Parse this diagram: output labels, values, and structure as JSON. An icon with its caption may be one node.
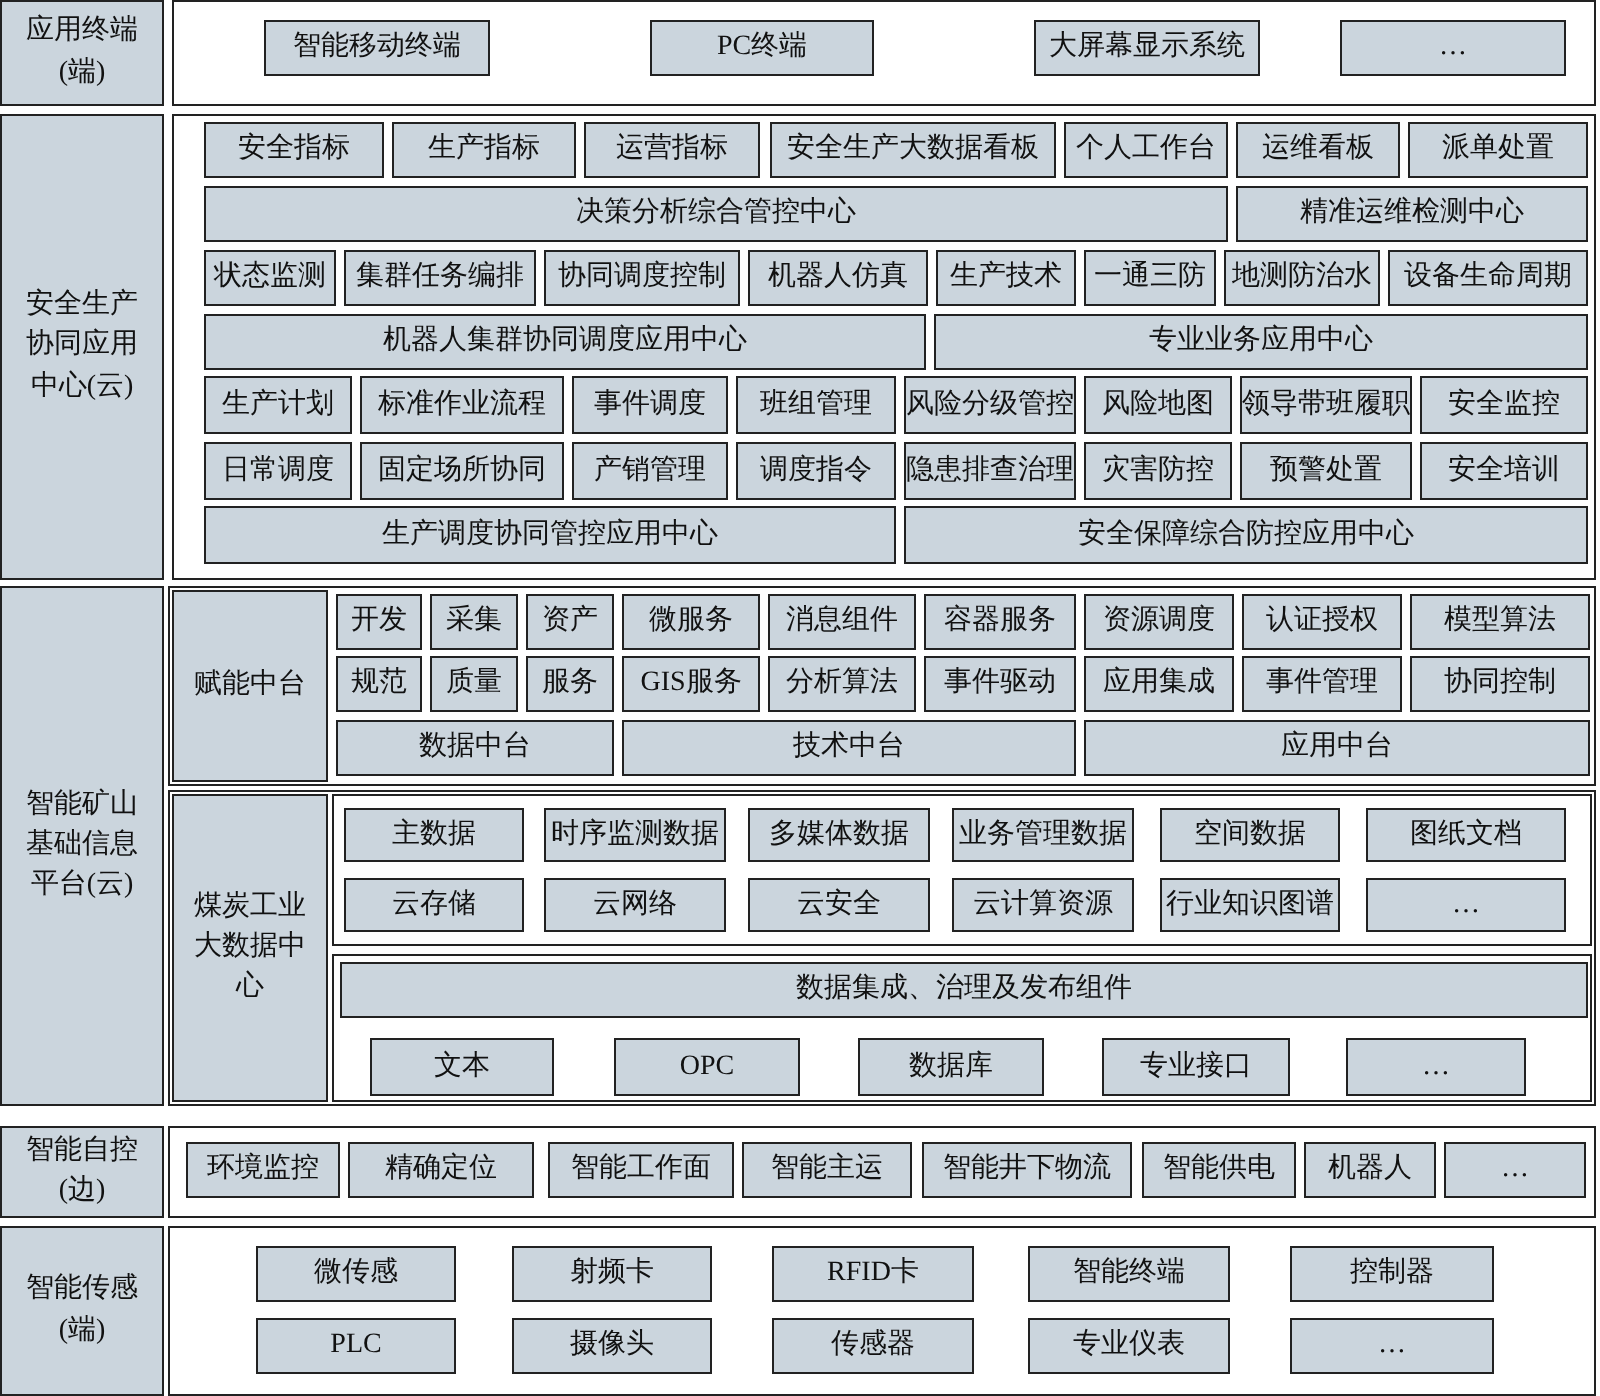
{
  "diagram": {
    "nodes": [
      {
        "text": [
          "应用终端(端)"
        ]
      },
      {
        "text": [],
        "shape": "box"
      },
      {
        "text": [
          "智能移动终端"
        ],
        "in": 1
      },
      {
        "text": [
          "PC终端"
        ],
        "in": 1
      },
      {
        "text": [
          "大屏幕显示系统"
        ],
        "in": 1
      },
      {
        "text": [
          "…"
        ],
        "in": 1
      },
      {
        "text": [
          "安全生产协同应用中心(云)"
        ]
      },
      {
        "text": [],
        "shape": "box"
      },
      {
        "text": [
          "安全指标"
        ],
        "in": 7
      },
      {
        "text": [
          "生产指标"
        ],
        "in": 7
      },
      {
        "text": [
          "运营指标"
        ],
        "in": 7
      },
      {
        "text": [
          "安全生产大数据看板"
        ],
        "in": 7
      },
      {
        "text": [
          "个人工作台"
        ],
        "in": 7
      },
      {
        "text": [
          "运维看板"
        ],
        "in": 7
      },
      {
        "text": [
          "派单处置"
        ],
        "in": 7
      },
      {
        "text": [
          "决策分析综合管控中心"
        ],
        "in": 7
      },
      {
        "text": [
          "精准运维检测中心"
        ],
        "in": 7
      },
      {
        "text": [
          "状态监测"
        ],
        "in": 7
      },
      {
        "text": [
          "集群任务编排"
        ],
        "in": 7
      },
      {
        "text": [
          "协同调度控制"
        ],
        "in": 7
      },
      {
        "text": [
          "机器人仿真"
        ],
        "in": 7
      },
      {
        "text": [
          "生产技术"
        ],
        "in": 7
      },
      {
        "text": [
          "一通三防"
        ],
        "in": 7
      },
      {
        "text": [
          "地测防治水"
        ],
        "in": 7
      },
      {
        "text": [
          "设备生命周期"
        ],
        "in": 7
      },
      {
        "text": [
          "机器人集群协同调度应用中心"
        ],
        "in": 7
      },
      {
        "text": [
          "专业业务应用中心"
        ],
        "in": 7
      },
      {
        "text": [
          "生产计划"
        ],
        "in": 7
      },
      {
        "text": [
          "标准作业流程"
        ],
        "in": 7
      },
      {
        "text": [
          "事件调度"
        ],
        "in": 7
      },
      {
        "text": [
          "班组管理"
        ],
        "in": 7
      },
      {
        "text": [
          "风险分级管控"
        ],
        "in": 7
      },
      {
        "text": [
          "风险地图"
        ],
        "in": 7
      },
      {
        "text": [
          "领导带班履职"
        ],
        "in": 7
      },
      {
        "text": [
          "安全监控"
        ],
        "in": 7
      },
      {
        "text": [
          "日常调度"
        ],
        "in": 7
      },
      {
        "text": [
          "固定场所协同"
        ],
        "in": 7
      },
      {
        "text": [
          "产销管理"
        ],
        "in": 7
      },
      {
        "text": [
          "调度指令"
        ],
        "in": 7
      },
      {
        "text": [
          "隐患排查治理"
        ],
        "in": 7
      },
      {
        "text": [
          "灾害防控"
        ],
        "in": 7
      },
      {
        "text": [
          "预警处置"
        ],
        "in": 7
      },
      {
        "text": [
          "安全培训"
        ],
        "in": 7
      },
      {
        "text": [
          "生产调度协同管控应用中心"
        ],
        "in": 7
      },
      {
        "text": [
          "安全保障综合防控应用中心"
        ],
        "in": 7
      },
      {
        "text": [
          "智能矿山基础信息平台(云)"
        ]
      },
      {
        "text": [],
        "shape": "box"
      },
      {
        "text": [
          "赋能中台"
        ],
        "in": 46
      },
      {
        "text": [
          "开发"
        ],
        "in": 46
      },
      {
        "text": [
          "采集"
        ],
        "in": 46
      },
      {
        "text": [
          "资产"
        ],
        "in": 46
      },
      {
        "text": [
          "微服务"
        ],
        "in": 46
      },
      {
        "text": [
          "消息组件"
        ],
        "in": 46
      },
      {
        "text": [
          "容器服务"
        ],
        "in": 46
      },
      {
        "text": [
          "资源调度"
        ],
        "in": 46
      },
      {
        "text": [
          "认证授权"
        ],
        "in": 46
      },
      {
        "text": [
          "模型算法"
        ],
        "in": 46
      },
      {
        "text": [
          "规范"
        ],
        "in": 46
      },
      {
        "text": [
          "质量"
        ],
        "in": 46
      },
      {
        "text": [
          "服务"
        ],
        "in": 46
      },
      {
        "text": [
          "GIS服务"
        ],
        "in": 46
      },
      {
        "text": [
          "分析算法"
        ],
        "in": 46
      },
      {
        "text": [
          "事件驱动"
        ],
        "in": 46
      },
      {
        "text": [
          "应用集成"
        ],
        "in": 46
      },
      {
        "text": [
          "事件管理"
        ],
        "in": 46
      },
      {
        "text": [
          "协同控制"
        ],
        "in": 46
      },
      {
        "text": [
          "数据中台"
        ],
        "in": 46
      },
      {
        "text": [
          "技术中台"
        ],
        "in": 46
      },
      {
        "text": [
          "应用中台"
        ],
        "in": 46
      },
      {
        "text": [],
        "shape": "box"
      },
      {
        "text": [
          "煤炭工业大数据中心"
        ],
        "in": 69
      },
      {
        "text": [],
        "shape": "box",
        "in": 69
      },
      {
        "text": [
          "主数据"
        ],
        "in": 71
      },
      {
        "text": [
          "时序监测数据"
        ],
        "in": 71
      },
      {
        "text": [
          "多媒体数据"
        ],
        "in": 71
      },
      {
        "text": [
          "业务管理数据"
        ],
        "in": 71
      },
      {
        "text": [
          "空间数据"
        ],
        "in": 71
      },
      {
        "text": [
          "图纸文档"
        ],
        "in": 71
      },
      {
        "text": [
          "云存储"
        ],
        "in": 71
      },
      {
        "text": [
          "云网络"
        ],
        "in": 71
      },
      {
        "text": [
          "云安全"
        ],
        "in": 71
      },
      {
        "text": [
          "云计算资源"
        ],
        "in": 71
      },
      {
        "text": [
          "行业知识图谱"
        ],
        "in": 71
      },
      {
        "text": [
          "…"
        ],
        "in": 71
      },
      {
        "text": [],
        "shape": "box",
        "in": 69
      },
      {
        "text": [
          "数据集成、治理及发布组件"
        ],
        "in": 84
      },
      {
        "text": [
          "文本"
        ],
        "in": 84
      },
      {
        "text": [
          "OPC"
        ],
        "in": 84
      },
      {
        "text": [
          "数据库"
        ],
        "in": 84
      },
      {
        "text": [
          "专业接口"
        ],
        "in": 84
      },
      {
        "text": [
          "…"
        ],
        "in": 84
      },
      {
        "text": [
          "智能自控(边)"
        ]
      },
      {
        "text": [],
        "shape": "box"
      },
      {
        "text": [
          "环境监控"
        ],
        "in": 92
      },
      {
        "text": [
          "精确定位"
        ],
        "in": 92
      },
      {
        "text": [
          "智能工作面"
        ],
        "in": 92
      },
      {
        "text": [
          "智能主运"
        ],
        "in": 92
      },
      {
        "text": [
          "智能井下物流"
        ],
        "in": 92
      },
      {
        "text": [
          "智能供电"
        ],
        "in": 92
      },
      {
        "text": [
          "机器人"
        ],
        "in": 92
      },
      {
        "text": [
          "…"
        ],
        "in": 92
      },
      {
        "text": [
          "智能传感(端)"
        ]
      },
      {
        "text": [],
        "shape": "box"
      },
      {
        "text": [
          "微传感"
        ],
        "in": 102
      },
      {
        "text": [
          "射频卡"
        ],
        "in": 102
      },
      {
        "text": [
          "RFID卡"
        ],
        "in": 102
      },
      {
        "text": [
          "智能终端"
        ],
        "in": 102
      },
      {
        "text": [
          "控制器"
        ],
        "in": 102
      },
      {
        "text": [
          "PLC"
        ],
        "in": 102
      },
      {
        "text": [
          "摄像头"
        ],
        "in": 102
      },
      {
        "text": [
          "传感器"
        ],
        "in": 102
      },
      {
        "text": [
          "专业仪表"
        ],
        "in": 102
      },
      {
        "text": [
          "…"
        ],
        "in": 102
      }
    ]
  }
}
